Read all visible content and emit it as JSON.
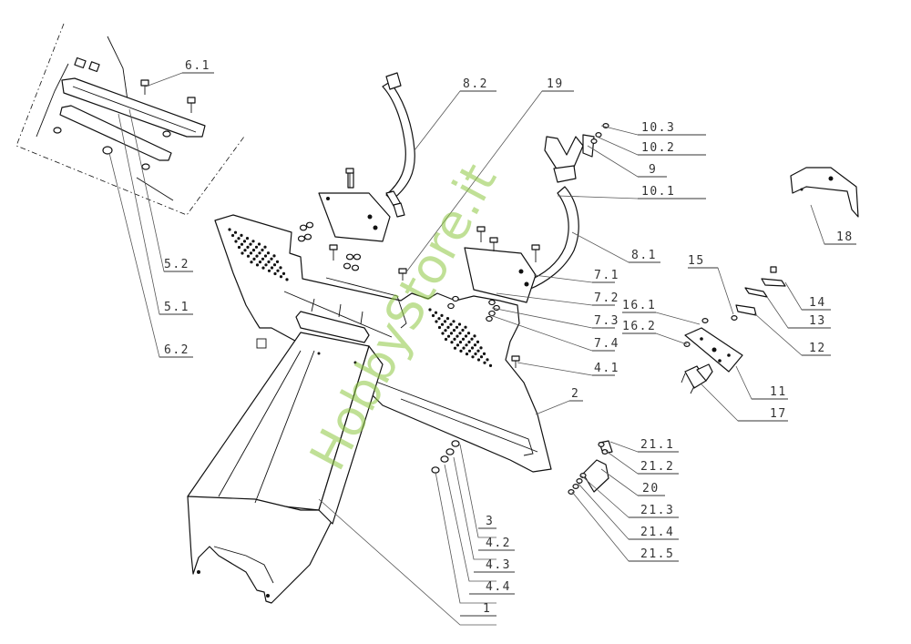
{
  "watermark": "HobbyStore.it",
  "labels": {
    "l6_1": "6.1",
    "l8_2": "8.2",
    "l19": "19",
    "l10_3": "10.3",
    "l10_2": "10.2",
    "l9": "9",
    "l10_1": "10.1",
    "l18": "18",
    "l8_1": "8.1",
    "l15": "15",
    "l14": "14",
    "l5_2": "5.2",
    "l7_1": "7.1",
    "l7_2": "7.2",
    "l16_1": "16.1",
    "l13": "13",
    "l5_1": "5.1",
    "l7_3": "7.3",
    "l16_2": "16.2",
    "l12": "12",
    "l6_2": "6.2",
    "l7_4": "7.4",
    "l4_1": "4.1",
    "l11": "11",
    "l2": "2",
    "l17": "17",
    "l21_1": "21.1",
    "l21_2": "21.2",
    "l20": "20",
    "l21_3": "21.3",
    "l21_4": "21.4",
    "l21_5": "21.5",
    "l3": "3",
    "l4_2": "4.2",
    "l4_3": "4.3",
    "l4_4": "4.4",
    "l1": "1"
  }
}
